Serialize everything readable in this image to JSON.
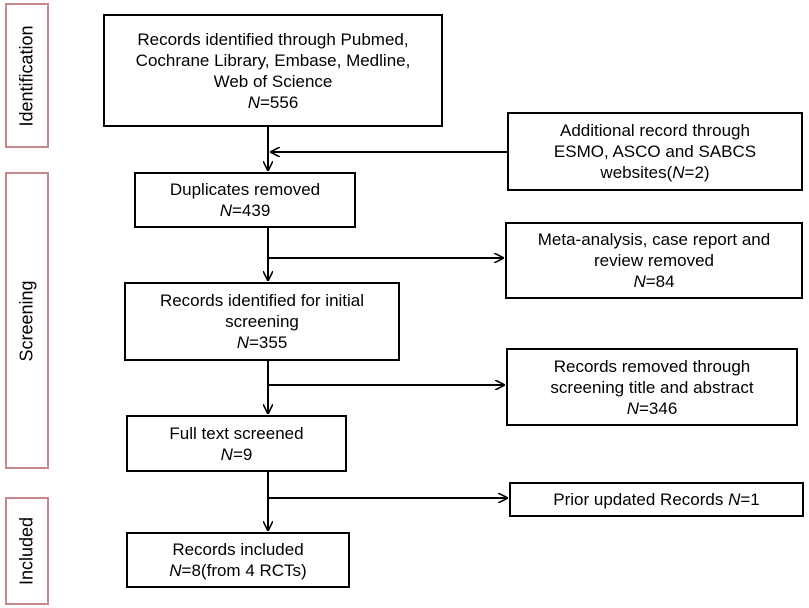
{
  "stages": {
    "identification": "Identification",
    "screening": "Screening",
    "included": "Included"
  },
  "boxes": {
    "identified": {
      "lines": [
        "Records identified through Pubmed,",
        "Cochrane Library, Embase, Medline,",
        "Web of Science"
      ],
      "n_label": "N",
      "n_value": "=556"
    },
    "additional": {
      "lines": [
        "Additional record through",
        "ESMO, ASCO and SABCS"
      ],
      "last_prefix": "websites(",
      "n_label": "N",
      "n_value": "=2)"
    },
    "duplicates": {
      "lines": [
        "Duplicates removed"
      ],
      "n_label": "N",
      "n_value": "=439"
    },
    "meta": {
      "lines": [
        "Meta-analysis, case report and",
        "review removed"
      ],
      "n_label": "N",
      "n_value": "=84"
    },
    "initial": {
      "lines": [
        "Records identified for initial",
        "screening"
      ],
      "n_label": "N",
      "n_value": "=355"
    },
    "removed_title": {
      "lines": [
        "Records removed through",
        "screening title and abstract"
      ],
      "n_label": "N",
      "n_value": "=346"
    },
    "fulltext": {
      "lines": [
        "Full text screened"
      ],
      "n_label": "N",
      "n_value": "=9"
    },
    "prior": {
      "prefix": "Prior updated Records ",
      "n_label": "N",
      "n_value": "=1"
    },
    "included": {
      "lines": [
        "Records included"
      ],
      "n_label": "N",
      "n_value": "=8(from 4 RCTs)"
    }
  }
}
